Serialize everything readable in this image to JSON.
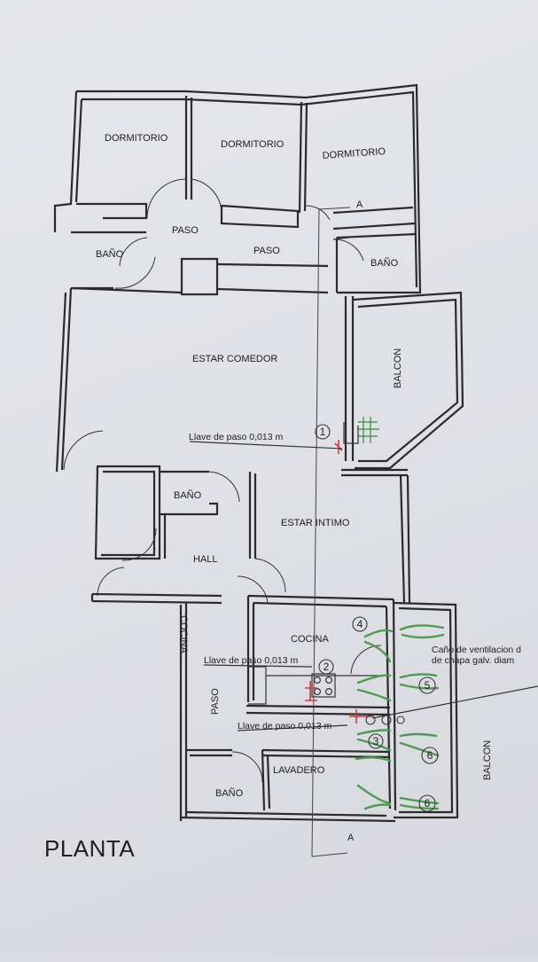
{
  "rooms": {
    "dormitorio_1": "DORMITORIO",
    "dormitorio_2": "DORMITORIO",
    "dormitorio_3": "DORMITORIO",
    "paso_1": "PASO",
    "paso_2": "PASO",
    "bano_1": "BAÑO",
    "bano_2": "BAÑO",
    "estar_comedor": "ESTAR COMEDOR",
    "balcon_1": "BALCON",
    "bano_3": "BAÑO",
    "estar_intimo": "ESTAR INTIMO",
    "hall": "HALL",
    "cocina_vertical": "COCINA",
    "cocina": "COCINA",
    "paso_3": "PASO",
    "lavadero": "LAVADERO",
    "bano_4": "BAÑO",
    "balcon_2": "BALCON"
  },
  "notes": {
    "llave_1": "Llave de paso 0,013 m",
    "llave_2": "Llave de paso 0,013 m",
    "llave_3": "Llave de paso 0,013 m",
    "vent_1": "Caño de ventilacion d",
    "vent_2": "de chapa galv. diam"
  },
  "markers": {
    "m1": "1",
    "m2": "2",
    "m3": "3",
    "m4": "4",
    "m5": "5",
    "m6a": "6",
    "m6b": "6"
  },
  "section": {
    "top": "A",
    "bottom": "A"
  },
  "plan_title": "PLANTA",
  "colors": {
    "paper": "#e2e3e7",
    "line": "#2b2b2b",
    "green": "#4f9a52",
    "red": "#d23a3a"
  }
}
